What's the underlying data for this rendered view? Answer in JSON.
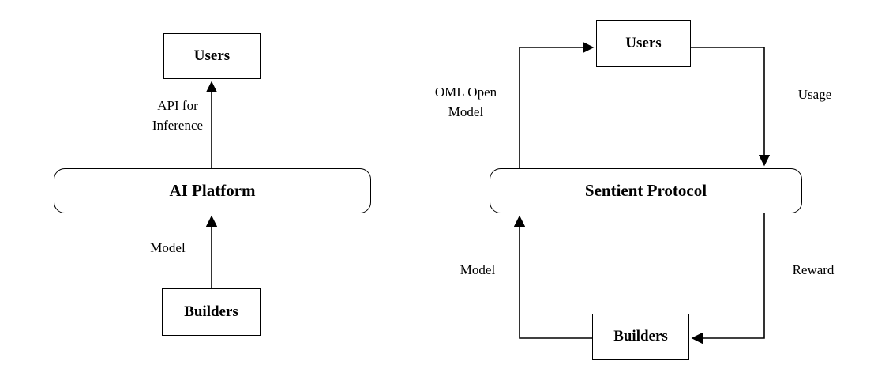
{
  "left_diagram": {
    "users_label": "Users",
    "platform_label": "AI Platform",
    "builders_label": "Builders",
    "api_arrow_label": "API for\nInference",
    "model_arrow_label": "Model"
  },
  "right_diagram": {
    "users_label": "Users",
    "protocol_label": "Sentient Protocol",
    "builders_label": "Builders",
    "oml_arrow_label": "OML Open\nModel",
    "usage_arrow_label": "Usage",
    "reward_arrow_label": "Reward",
    "model_arrow_label": "Model"
  },
  "colors": {
    "line": "#000000",
    "background": "#ffffff"
  }
}
